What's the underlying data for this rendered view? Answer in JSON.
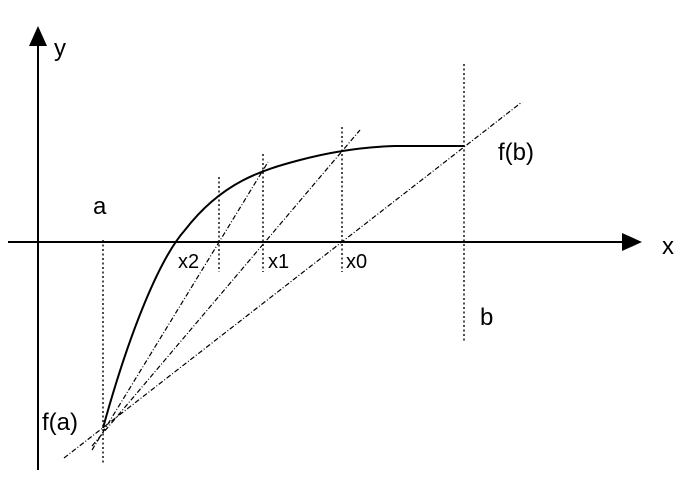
{
  "diagram": {
    "axis_x_label": "x",
    "axis_y_label": "y",
    "label_a": "a",
    "label_b": "b",
    "label_fa": "f(a)",
    "label_fb": "f(b)",
    "label_x0": "x0",
    "label_x1": "x1",
    "label_x2": "x2",
    "line_color": "#000000"
  }
}
